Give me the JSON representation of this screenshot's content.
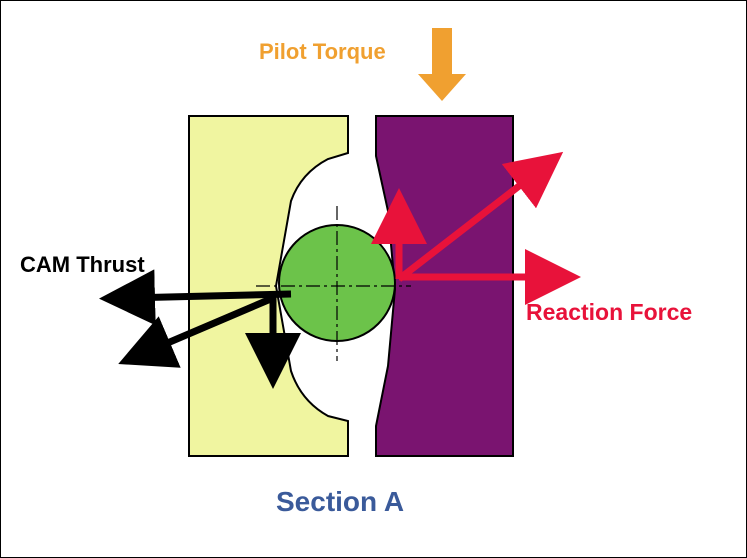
{
  "labels": {
    "pilot_torque": "Pilot Torque",
    "cam_thrust": "CAM Thrust",
    "reaction_force": "Reaction Force",
    "section": "Section A"
  },
  "colors": {
    "pilot_torque": "#f0a030",
    "cam_plate": "#f0f5a0",
    "reaction_plate": "#7a1470",
    "ball": "#6cc34a",
    "cam_thrust_arrows": "#000000",
    "reaction_arrows": "#e8123a",
    "section_label": "#3a5a9a"
  }
}
